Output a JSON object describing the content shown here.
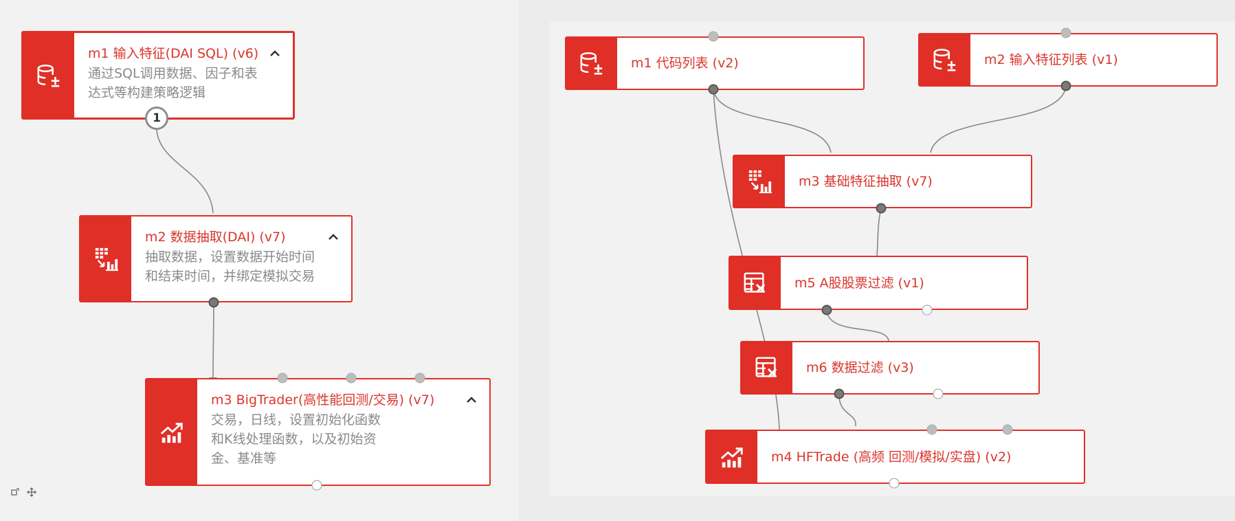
{
  "left_graph": {
    "node_m1": {
      "title": "m1 输入特征(DAI SQL) (v6)",
      "desc_line1": "通过SQL调用数据、因子和表",
      "desc_line2": "达式等构建策略逻辑",
      "badge": "1"
    },
    "node_m2": {
      "title": "m2 数据抽取(DAI) (v7)",
      "desc_line1": "抽取数据，设置数据开始时间",
      "desc_line2": "和结束时间，并绑定模拟交易"
    },
    "node_m3": {
      "title": "m3 BigTrader(高性能回测/交易) (v7)",
      "desc_line1": "交易，日线，设置初始化函数",
      "desc_line2": "和K线处理函数，以及初始资",
      "desc_line3": "金、基准等"
    }
  },
  "right_graph": {
    "node_m1": {
      "title": "m1 代码列表 (v2)"
    },
    "node_m2": {
      "title": "m2 输入特征列表 (v1)"
    },
    "node_m3": {
      "title": "m3 基础特征抽取 (v7)"
    },
    "node_m5": {
      "title": "m5 A股股票过滤 (v1)"
    },
    "node_m6": {
      "title": "m6 数据过滤 (v3)"
    },
    "node_m4": {
      "title": "m4 HFTrade (高频 回测/模拟/实盘) (v2)"
    }
  },
  "colors": {
    "accent": "#df2f27",
    "edge": "#888888",
    "port_filled": "#7a7a7a"
  },
  "icons": {
    "input": "database-plus-icon",
    "extract": "grid-chart-icon",
    "trade": "bar-chart-up-icon",
    "filter": "table-tools-icon"
  }
}
